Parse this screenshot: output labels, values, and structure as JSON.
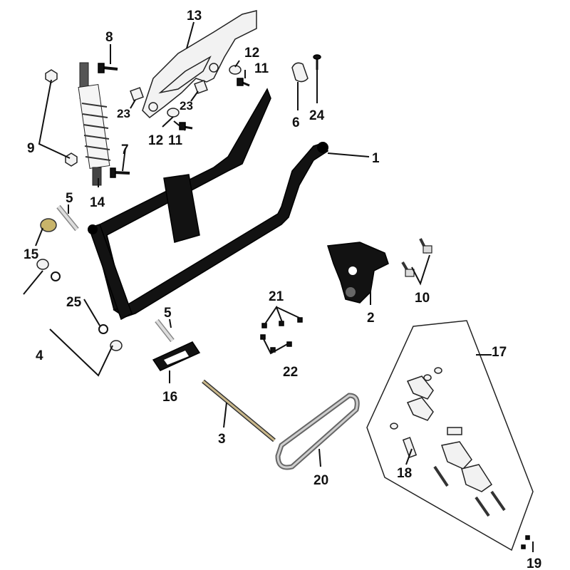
{
  "diagram": {
    "callouts": [
      {
        "id": "1",
        "text": "1"
      },
      {
        "id": "2",
        "text": "2"
      },
      {
        "id": "3",
        "text": "3"
      },
      {
        "id": "4",
        "text": "4"
      },
      {
        "id": "5a",
        "text": "5"
      },
      {
        "id": "5b",
        "text": "5"
      },
      {
        "id": "6",
        "text": "6"
      },
      {
        "id": "7",
        "text": "7"
      },
      {
        "id": "8",
        "text": "8"
      },
      {
        "id": "9",
        "text": "9"
      },
      {
        "id": "10",
        "text": "10"
      },
      {
        "id": "11a",
        "text": "11"
      },
      {
        "id": "11b",
        "text": "11"
      },
      {
        "id": "12a",
        "text": "12"
      },
      {
        "id": "12b",
        "text": "12"
      },
      {
        "id": "13",
        "text": "13"
      },
      {
        "id": "14",
        "text": "14"
      },
      {
        "id": "15",
        "text": "15"
      },
      {
        "id": "16",
        "text": "16"
      },
      {
        "id": "17",
        "text": "17"
      },
      {
        "id": "18",
        "text": "18"
      },
      {
        "id": "19",
        "text": "19"
      },
      {
        "id": "20",
        "text": "20"
      },
      {
        "id": "21",
        "text": "21"
      },
      {
        "id": "22",
        "text": "22"
      },
      {
        "id": "23a",
        "text": "23"
      },
      {
        "id": "23b",
        "text": "23"
      },
      {
        "id": "24",
        "text": "24"
      },
      {
        "id": "25",
        "text": "25"
      }
    ]
  }
}
